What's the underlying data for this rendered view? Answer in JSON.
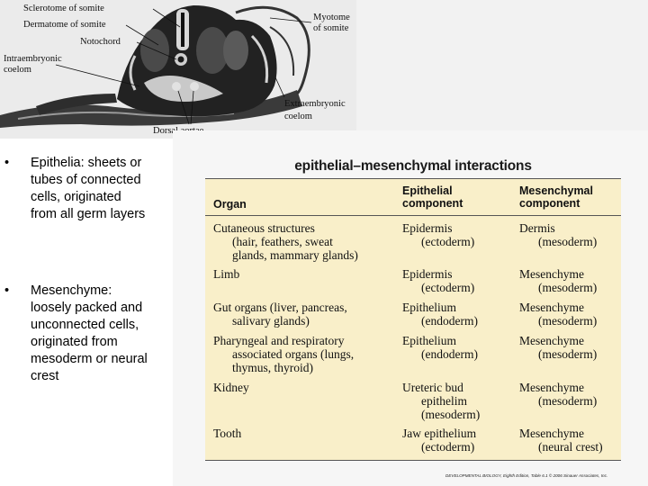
{
  "figure": {
    "labels": {
      "sclerotome": "Sclerotome of somite",
      "dermatome": "Dermatome of somite",
      "notochord": "Notochord",
      "intraembryonic_1": "Intraembryonic",
      "intraembryonic_2": "coelom",
      "myotome_1": "Myotome",
      "myotome_2": "of somite",
      "extraembryonic_1": "Extraembryonic",
      "extraembryonic_2": "coelom",
      "dorsal_aortae": "Dorsal aortae"
    }
  },
  "bullets": [
    {
      "marker": "•",
      "text": "Epithelia: sheets or tubes of connected cells, originated from all germ layers"
    },
    {
      "marker": "•",
      "text": "Mesenchyme: loosely packed and unconnected cells, originated from mesoderm or neural crest"
    }
  ],
  "table": {
    "title": "epithelial–mesenchymal interactions",
    "headers": {
      "organ": "Organ",
      "epithelial": "Epithelial\ncomponent",
      "mesenchymal": "Mesenchymal\ncomponent"
    },
    "rows": [
      {
        "organ_main": "Cutaneous structures",
        "organ_sub": "(hair, feathers, sweat\nglands, mammary glands)",
        "epi_main": "Epidermis",
        "epi_sub": "(ectoderm)",
        "mes_main": "Dermis",
        "mes_sub": "(mesoderm)"
      },
      {
        "organ_main": "Limb",
        "organ_sub": "",
        "epi_main": "Epidermis",
        "epi_sub": "(ectoderm)",
        "mes_main": "Mesenchyme",
        "mes_sub": "(mesoderm)"
      },
      {
        "organ_main": "Gut organs (liver, pancreas,",
        "organ_sub": "salivary glands)",
        "epi_main": "Epithelium",
        "epi_sub": "(endoderm)",
        "mes_main": "Mesenchyme",
        "mes_sub": "(mesoderm)"
      },
      {
        "organ_main": "Pharyngeal and respiratory",
        "organ_sub": "associated organs (lungs,\nthymus, thyroid)",
        "epi_main": "Epithelium",
        "epi_sub": "(endoderm)",
        "mes_main": "Mesenchyme",
        "mes_sub": "(mesoderm)"
      },
      {
        "organ_main": "Kidney",
        "organ_sub": "",
        "epi_main": "Ureteric bud",
        "epi_sub": "epithelim\n(mesoderm)",
        "mes_main": "Mesenchyme",
        "mes_sub": "(mesoderm)"
      },
      {
        "organ_main": "Tooth",
        "organ_sub": "",
        "epi_main": "Jaw epithelium",
        "epi_sub": "(ectoderm)",
        "mes_main": "Mesenchyme",
        "mes_sub": "(neural crest)"
      }
    ],
    "colors": {
      "background": "#f9efc9",
      "rule": "#555555"
    }
  },
  "credit": "DEVELOPMENTAL BIOLOGY, Eighth Edition, Table 6.1 © 2006 Sinauer Associates, Inc."
}
